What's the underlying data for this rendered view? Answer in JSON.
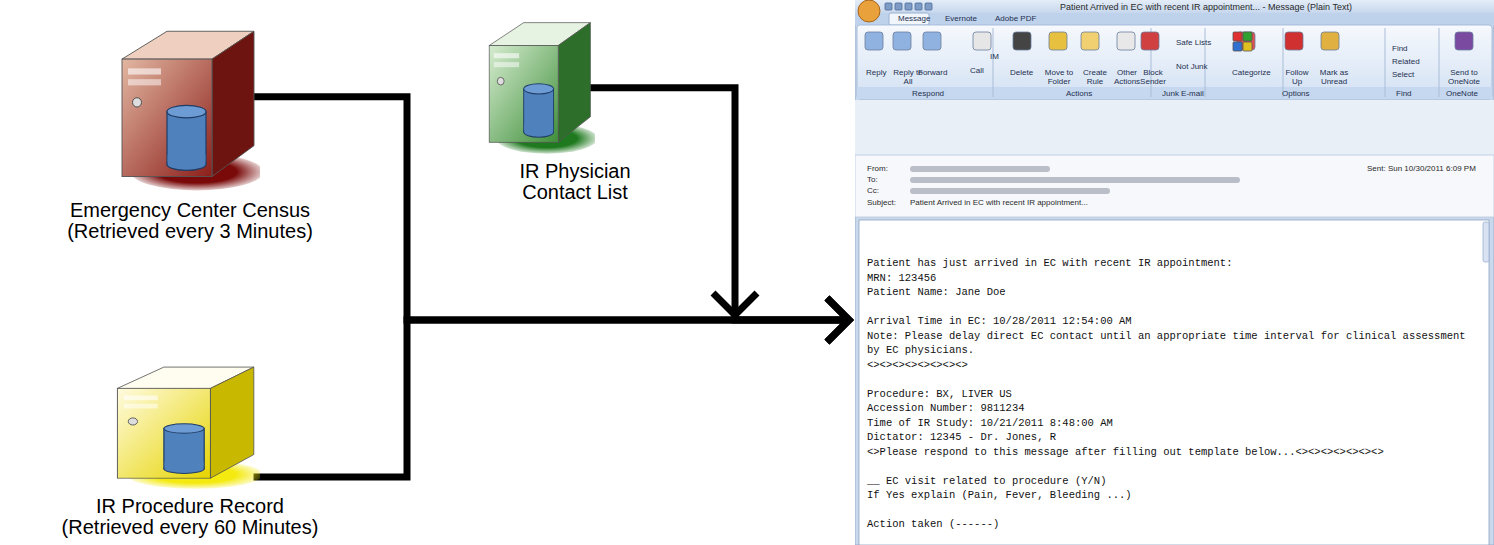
{
  "diagram": {
    "nodes": [
      {
        "text": [
          "Emergency Center Census",
          "(Retrieved every 3 Minutes)"
        ]
      },
      {
        "text": [
          "IR Physician Contact List"
        ]
      },
      {
        "text": [
          "IR Procedure Record",
          "(Retrieved every 60 Minutes)"
        ]
      },
      {
        "text": [
          "Patient Arrived in EC with recent IR appointment... - Message (Plain Text)",
          "From:",
          "To:",
          "Cc:",
          "Subject:",
          "Sent: Sun 10/30/2011 6:09 PM",
          "Patient Arrived in EC with recent IR appointment...",
          "Patient has just arrived in EC with recent IR appointment:",
          "MRN: 123456",
          "Patient Name: Jane Doe",
          "Arrival Time in EC: 10/28/2011 12:54:00 AM",
          "Note: Please delay direct EC contact until an appropriate time interval for clinical assessment by EC physicians.",
          "<><><><><><><><>",
          "Procedure: BX, LIVER US",
          "Accession Number: 9811234",
          "Time of IR Study: 10/21/2011 8:48:00 AM",
          "Dictator: 12345 - Dr. Jones, R",
          "<>Please respond to this message after filling out template below...<><><><><><><>",
          "__ EC visit related to procedure (Y/N)",
          "If Yes explain (Pain, Fever, Bleeding ...)",
          "Action taken (------)"
        ]
      }
    ],
    "edges": [
      {
        "from": 0,
        "to": 3,
        "arrow": "to"
      },
      {
        "from": 2,
        "to": 3,
        "arrow": "to"
      },
      {
        "from": 1,
        "to": 3,
        "arrow": "to"
      }
    ],
    "labels": [
      "Message",
      "Evernote",
      "Adobe PDF",
      "IM",
      "Reply",
      "Reply to All",
      "Forward",
      "Call",
      "Delete",
      "Move to Folder",
      "Create Rule",
      "Other Actions",
      "Safe Lists",
      "Block Sender",
      "Not Junk",
      "Respond",
      "Actions",
      "Junk E-mail",
      "Categorize",
      "Follow Up",
      "Mark as Unread",
      "Options",
      "Find",
      "Related",
      "Select",
      "Find",
      "Send to OneNote",
      "OneNote"
    ]
  }
}
